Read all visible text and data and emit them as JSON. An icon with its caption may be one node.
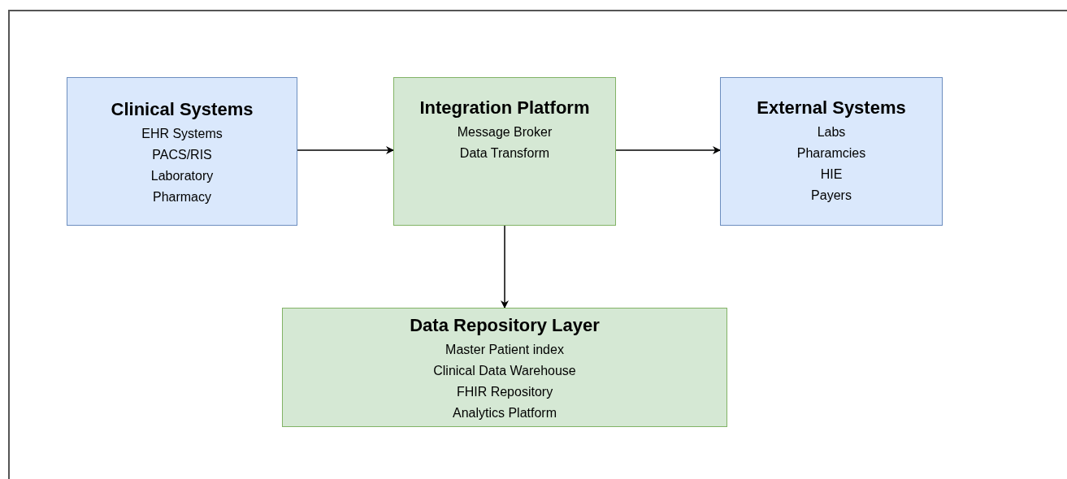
{
  "diagram": {
    "nodes": [
      {
        "text": [
          "Clinical Systems",
          "EHR Systems",
          "PACS/RIS",
          "Laboratory",
          "Pharmacy"
        ]
      },
      {
        "text": [
          "Integration Platform",
          "Message Broker",
          "Data Transform"
        ]
      },
      {
        "text": [
          "External Systems",
          "Labs",
          "Pharamcies",
          "HIE",
          "Payers"
        ]
      },
      {
        "text": [
          "Data Repository Layer",
          "Master Patient index",
          "Clinical Data Warehouse",
          "FHIR Repository",
          "Analytics Platform"
        ]
      }
    ],
    "edges": [
      {
        "from": 0,
        "to": 1,
        "arrow": "to"
      },
      {
        "from": 1,
        "to": 2,
        "arrow": "to"
      },
      {
        "from": 1,
        "to": 3,
        "arrow": "to"
      }
    ]
  }
}
